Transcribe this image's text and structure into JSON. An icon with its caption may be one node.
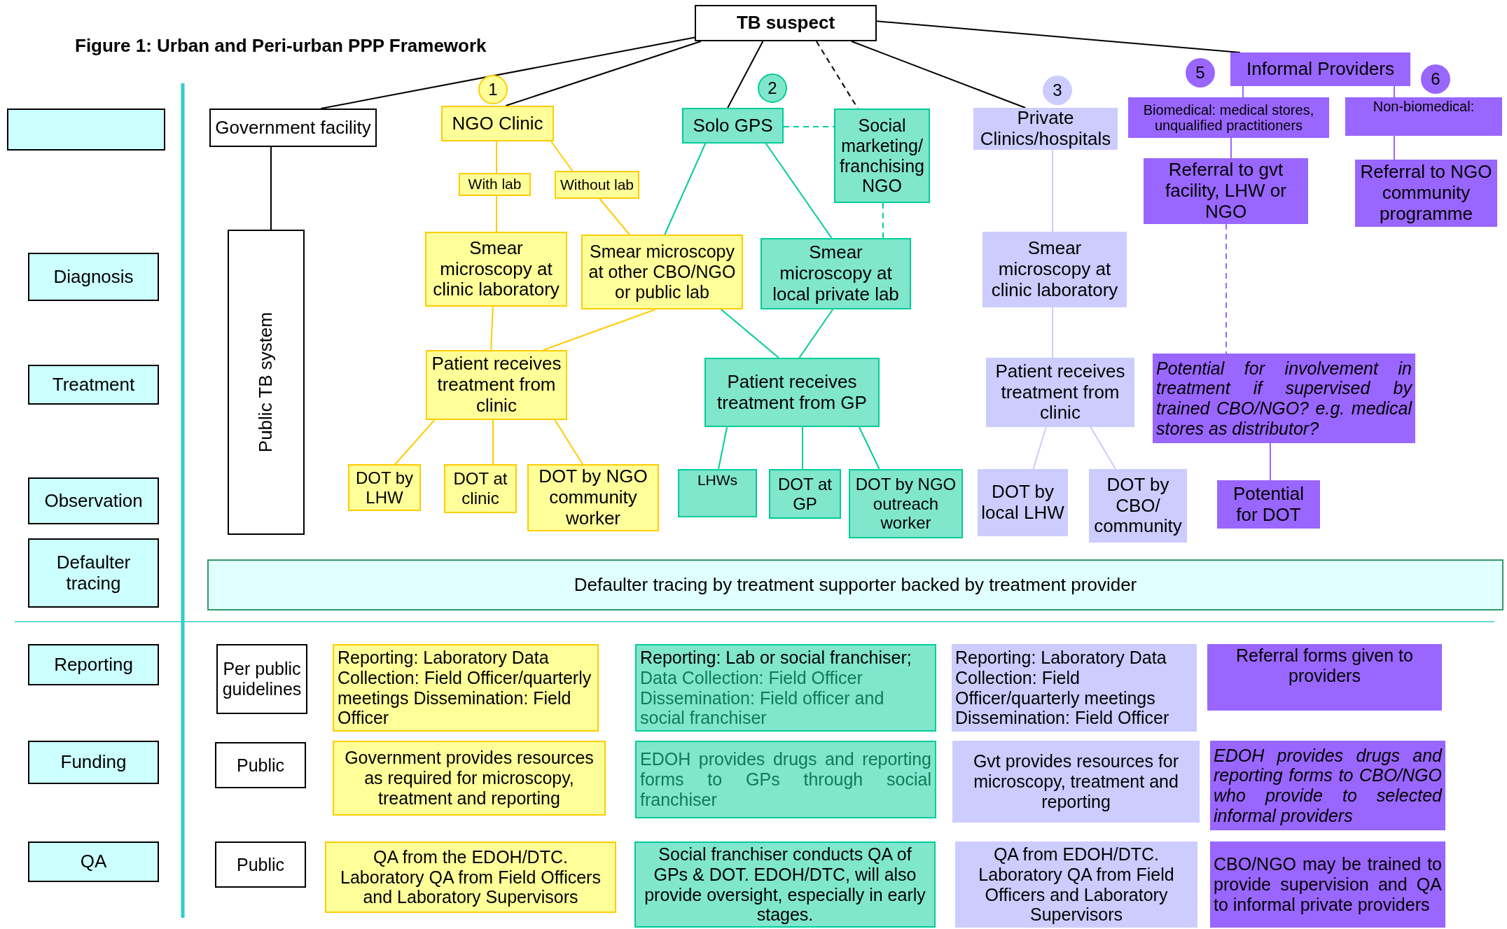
{
  "diagram": {
    "title": "Figure 1: Urban and Peri-urban PPP Framework",
    "nodes": [
      {
        "text": [
          "TB suspect"
        ]
      },
      {
        "text": [],
        "shape": "box"
      },
      {
        "text": [
          "Diagnosis"
        ]
      },
      {
        "text": [
          "Treatment"
        ]
      },
      {
        "text": [
          "Observation"
        ]
      },
      {
        "text": [
          "Defaulter tracing"
        ]
      },
      {
        "text": [
          "Reporting"
        ]
      },
      {
        "text": [
          "Funding"
        ]
      },
      {
        "text": [
          "QA"
        ]
      },
      {
        "text": [
          "Government facility"
        ]
      },
      {
        "text": [
          "Public TB system"
        ]
      },
      {
        "text": [
          "NGO Clinic"
        ],
        "beside": [
          "1"
        ]
      },
      {
        "text": [
          "With lab"
        ]
      },
      {
        "text": [
          "Without lab"
        ]
      },
      {
        "text": [
          "Smear microscopy at clinic laboratory"
        ]
      },
      {
        "text": [
          "Smear microscopy at other CBO/NGO or public lab"
        ]
      },
      {
        "text": [
          "Solo GPS"
        ],
        "beside": [
          "2"
        ]
      },
      {
        "text": [
          "Social marketing/ franchising NGO"
        ]
      },
      {
        "text": [
          "Smear microscopy at local private lab"
        ]
      },
      {
        "text": [
          "Private Clinics/hospitals"
        ],
        "beside": [
          "3"
        ]
      },
      {
        "text": [
          "Smear microscopy at clinic laboratory"
        ]
      },
      {
        "text": [
          "Informal Providers"
        ]
      },
      {
        "text": [
          "Biomedical: medical stores, unqualified practitioners"
        ],
        "beside": [
          "5"
        ]
      },
      {
        "text": [
          "Non-biomedical:"
        ],
        "beside": [
          "6"
        ]
      },
      {
        "text": [
          "Referral to gvt facility, LHW or NGO"
        ]
      },
      {
        "text": [
          "Referral to NGO community programme"
        ]
      },
      {
        "text": [
          "Patient receives treatment from clinic"
        ]
      },
      {
        "text": [
          "Patient receives treatment from GP"
        ]
      },
      {
        "text": [
          "Patient receives treatment from clinic"
        ]
      },
      {
        "text": [
          "Potential for involvement in treatment if supervised by trained CBO/NGO? e.g. medical stores as distributor?"
        ]
      },
      {
        "text": [
          "DOT by LHW"
        ]
      },
      {
        "text": [
          "DOT at clinic"
        ]
      },
      {
        "text": [
          "DOT by NGO community worker"
        ]
      },
      {
        "text": [
          "LHWs"
        ]
      },
      {
        "text": [
          "DOT at GP"
        ]
      },
      {
        "text": [
          "DOT by NGO outreach worker"
        ]
      },
      {
        "text": [
          "DOT by local LHW"
        ]
      },
      {
        "text": [
          "DOT by CBO/ community"
        ]
      },
      {
        "text": [
          "Potential for DOT"
        ]
      },
      {
        "text": [
          "Defaulter tracing by treatment supporter backed by treatment provider"
        ]
      },
      {
        "text": [
          "Per public guidelines"
        ]
      },
      {
        "text": [
          "Reporting: Laboratory Data Collection: Field Officer/quarterly meetings Dissemination: Field Officer"
        ]
      },
      {
        "text": [
          "Reporting: Lab or social franchiser;",
          "Data Collection: Field Officer Dissemination: Field officer and social franchiser"
        ]
      },
      {
        "text": [
          "Reporting: Laboratory Data Collection: Field Officer/quarterly meetings Dissemination: Field Officer"
        ]
      },
      {
        "text": [
          "Referral forms given to providers"
        ]
      },
      {
        "text": [
          "Public"
        ]
      },
      {
        "text": [
          "Government provides resources as required for microscopy, treatment and reporting"
        ]
      },
      {
        "text": [
          "EDOH provides drugs and reporting forms to GPs through social franchiser"
        ]
      },
      {
        "text": [
          "Gvt provides resources for microscopy, treatment and reporting"
        ]
      },
      {
        "text": [
          "EDOH provides drugs and reporting forms to CBO/NGO who provide to selected informal providers"
        ]
      },
      {
        "text": [
          "Public"
        ]
      },
      {
        "text": [
          "QA from the EDOH/DTC. Laboratory QA from Field Officers and Laboratory Supervisors"
        ]
      },
      {
        "text": [
          "Social franchiser conducts QA of GPs & DOT.  EDOH/DTC, will also provide oversight, especially in early stages."
        ]
      },
      {
        "text": [
          "QA from EDOH/DTC. Laboratory QA from Field Officers and Laboratory Supervisors"
        ]
      },
      {
        "text": [
          "CBO/NGO may be trained to provide supervision and QA to informal private providers"
        ]
      }
    ],
    "edges": [
      {
        "from": 0,
        "to": 9,
        "arrow": "none",
        "color": "#000000"
      },
      {
        "from": 0,
        "to": 11,
        "arrow": "none",
        "color": "#000000"
      },
      {
        "from": 0,
        "to": 16,
        "arrow": "none",
        "color": "#000000"
      },
      {
        "from": 0,
        "to": 17,
        "arrow": "none",
        "style": "dashed",
        "color": "#000000"
      },
      {
        "from": 0,
        "to": 19,
        "arrow": "none",
        "color": "#000000"
      },
      {
        "from": 0,
        "to": 21,
        "arrow": "none",
        "color": "#000000"
      },
      {
        "from": 9,
        "to": 10,
        "arrow": "none",
        "color": "#000000"
      },
      {
        "from": 11,
        "to": 12,
        "arrow": "none",
        "color": "#ffcc00"
      },
      {
        "from": 11,
        "to": 13,
        "arrow": "none",
        "color": "#ffcc00"
      },
      {
        "from": 12,
        "to": 14,
        "arrow": "none",
        "color": "#ffcc00"
      },
      {
        "from": 13,
        "to": 15,
        "arrow": "none",
        "color": "#ffcc00"
      },
      {
        "from": 16,
        "to": 17,
        "arrow": "none",
        "style": "dashed",
        "color": "#00cc99"
      },
      {
        "from": 16,
        "to": 15,
        "arrow": "none",
        "color": "#00cc99"
      },
      {
        "from": 16,
        "to": 18,
        "arrow": "none",
        "color": "#00cc99"
      },
      {
        "from": 17,
        "to": 18,
        "arrow": "none",
        "style": "dashed",
        "color": "#00cc99"
      },
      {
        "from": 14,
        "to": 26,
        "arrow": "none",
        "color": "#ffcc00"
      },
      {
        "from": 15,
        "to": 26,
        "arrow": "none",
        "color": "#ffcc00"
      },
      {
        "from": 15,
        "to": 27,
        "arrow": "none",
        "color": "#00cc99"
      },
      {
        "from": 18,
        "to": 27,
        "arrow": "none",
        "color": "#00cc99"
      },
      {
        "from": 19,
        "to": 20,
        "arrow": "none",
        "color": "#ccccff"
      },
      {
        "from": 20,
        "to": 28,
        "arrow": "none",
        "color": "#ccccff"
      },
      {
        "from": 21,
        "to": 22,
        "arrow": "none",
        "color": "#9966ff"
      },
      {
        "from": 21,
        "to": 23,
        "arrow": "none",
        "color": "#9966ff"
      },
      {
        "from": 22,
        "to": 24,
        "arrow": "none",
        "color": "#9966ff"
      },
      {
        "from": 23,
        "to": 25,
        "arrow": "none",
        "color": "#9966ff"
      },
      {
        "from": 24,
        "to": 29,
        "arrow": "none",
        "style": "dashed",
        "color": "#9966ff"
      },
      {
        "from": 26,
        "to": 30,
        "arrow": "none",
        "color": "#ffcc00"
      },
      {
        "from": 26,
        "to": 31,
        "arrow": "none",
        "color": "#ffcc00"
      },
      {
        "from": 26,
        "to": 32,
        "arrow": "none",
        "color": "#ffcc00"
      },
      {
        "from": 27,
        "to": 33,
        "arrow": "none",
        "color": "#00cc99"
      },
      {
        "from": 27,
        "to": 34,
        "arrow": "none",
        "color": "#00cc99"
      },
      {
        "from": 27,
        "to": 35,
        "arrow": "none",
        "color": "#00cc99"
      },
      {
        "from": 28,
        "to": 36,
        "arrow": "none",
        "color": "#ccccff"
      },
      {
        "from": 28,
        "to": 37,
        "arrow": "none",
        "color": "#ccccff"
      },
      {
        "from": 29,
        "to": 38,
        "arrow": "none",
        "color": "#9966ff"
      }
    ]
  }
}
